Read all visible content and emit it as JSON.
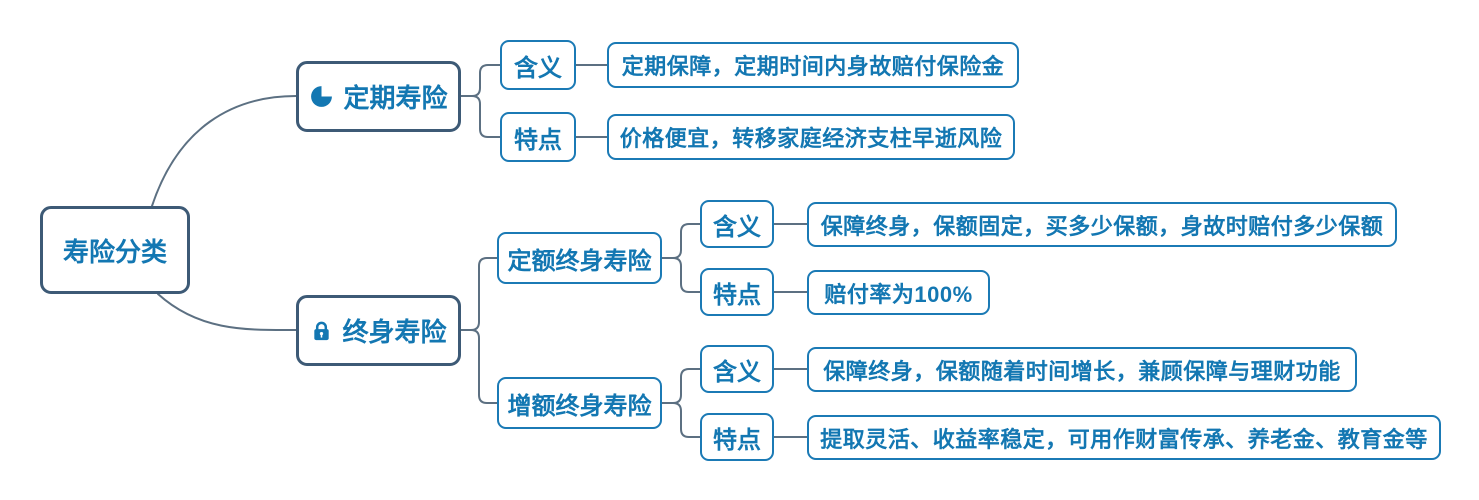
{
  "mindmap": {
    "root": {
      "label": "寿险分类"
    },
    "branches": [
      {
        "label": "定期寿险",
        "icon": "pie-chart-icon",
        "entries": [
          {
            "key": "含义",
            "value": "定期保障，定期时间内身故赔付保险金"
          },
          {
            "key": "特点",
            "value": "价格便宜，转移家庭经济支柱早逝风险"
          }
        ]
      },
      {
        "label": "终身寿险",
        "icon": "lock-icon",
        "subbranches": [
          {
            "label": "定额终身寿险",
            "entries": [
              {
                "key": "含义",
                "value": "保障终身，保额固定，买多少保额，身故时赔付多少保额"
              },
              {
                "key": "特点",
                "value": "赔付率为100%"
              }
            ]
          },
          {
            "label": "增额终身寿险",
            "entries": [
              {
                "key": "含义",
                "value": "保障终身，保额随着时间增长，兼顾保障与理财功能"
              },
              {
                "key": "特点",
                "value": "提取灵活、收益率稳定，可用作财富传承、养老金、教育金等"
              }
            ]
          }
        ]
      }
    ],
    "colors": {
      "text_accent": "#1377b2",
      "main_node_border": "#3d5a76",
      "child_node_border": "#1b7ab5",
      "connector_line": "#5c7082",
      "background": "#ffffff"
    }
  }
}
